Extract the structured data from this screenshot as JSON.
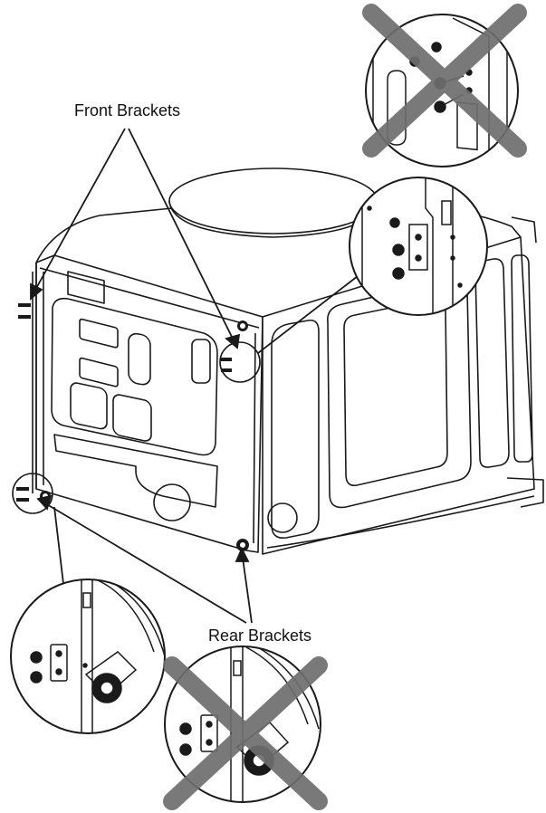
{
  "labels": {
    "front": "Front Brackets",
    "rear": "Rear Brackets"
  },
  "colors": {
    "line": "#1a1a1a",
    "cross": "#6e6e6e",
    "background": "#ffffff"
  },
  "callouts": [
    {
      "position": "top-right",
      "marked_wrong": true
    },
    {
      "position": "right",
      "marked_wrong": false
    },
    {
      "position": "bottom-left",
      "marked_wrong": false
    },
    {
      "position": "bottom-center",
      "marked_wrong": true
    }
  ]
}
